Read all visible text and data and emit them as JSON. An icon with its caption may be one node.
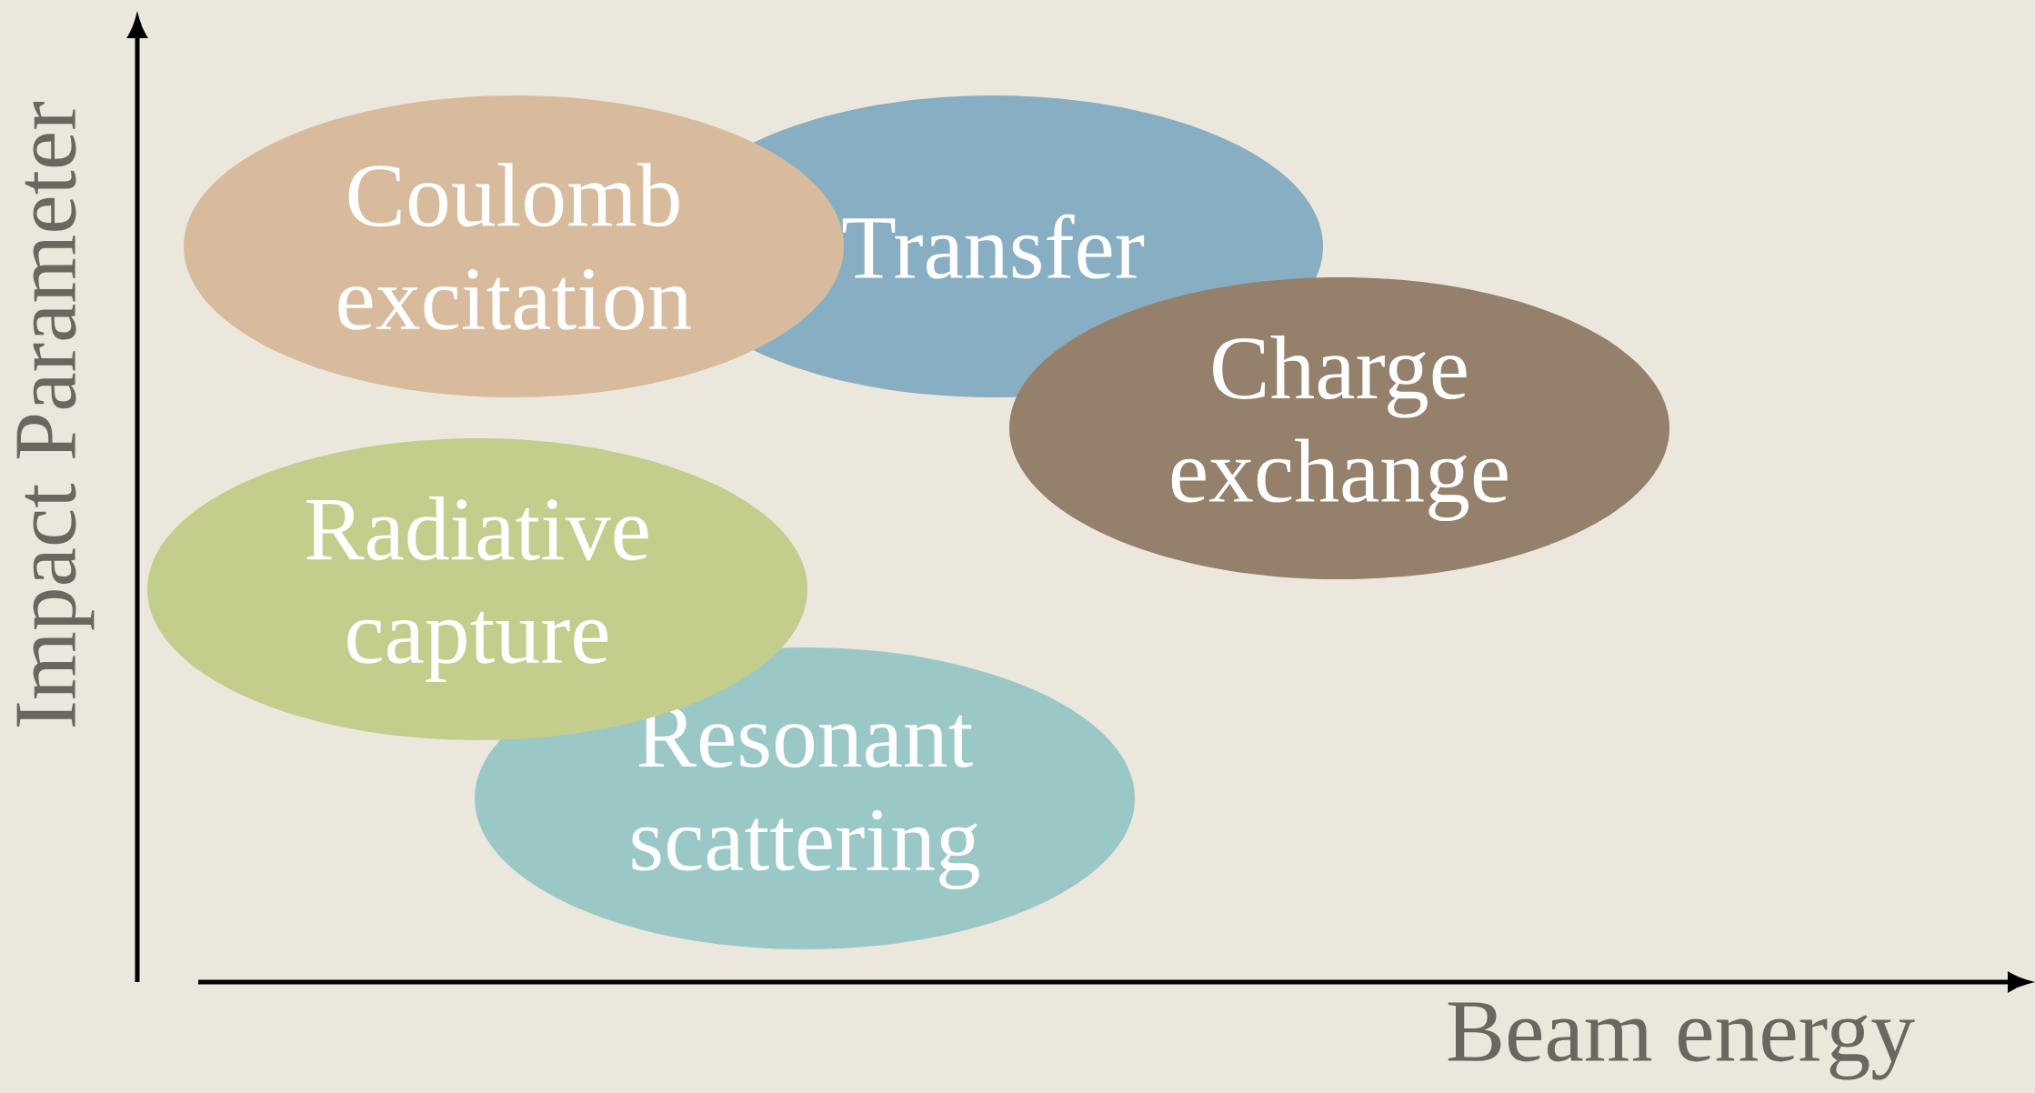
{
  "diagram": {
    "nodes": [
      {
        "text": [
          "Coulomb excitation"
        ]
      },
      {
        "text": [
          "Transfer"
        ]
      },
      {
        "text": [
          "Charge exchange"
        ]
      },
      {
        "text": [
          "Radiative capture"
        ]
      },
      {
        "text": [
          "Resonant scattering"
        ]
      }
    ],
    "edges": [],
    "labels": [
      "Impact Parameter",
      "Beam energy"
    ]
  }
}
